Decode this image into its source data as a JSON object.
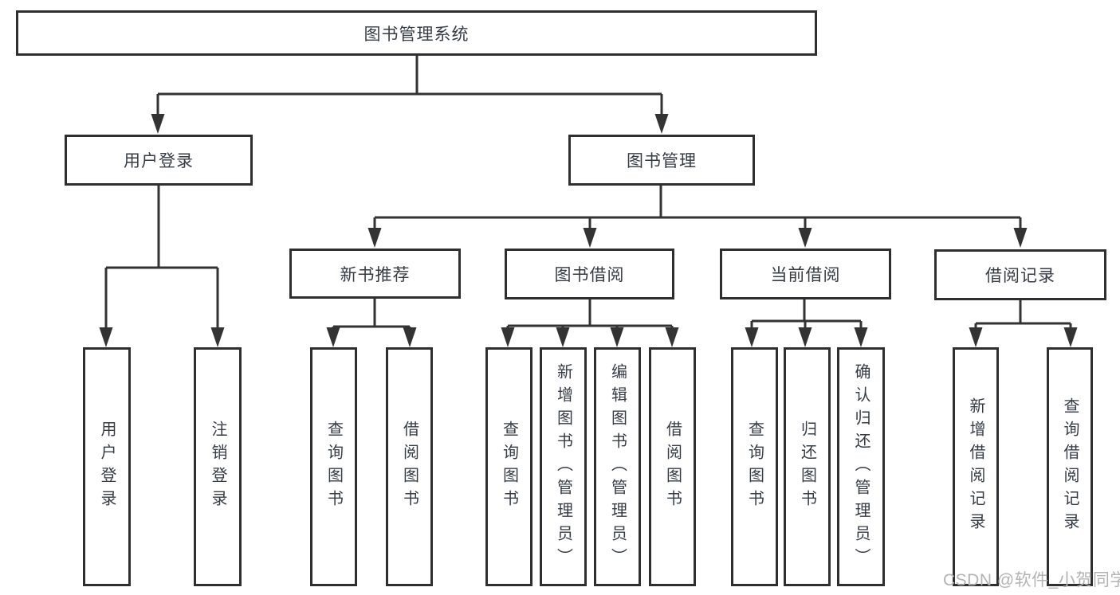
{
  "nodes": {
    "root": {
      "label": "图书管理系统"
    },
    "user_login": {
      "label": "用户登录"
    },
    "book_management": {
      "label": "图书管理"
    },
    "new_book_recommend": {
      "label": "新书推荐"
    },
    "book_borrow": {
      "label": "图书借阅"
    },
    "current_borrow": {
      "label": "当前借阅"
    },
    "borrow_records": {
      "label": "借阅记录"
    },
    "user_login_leaf": {
      "label": "用户登录"
    },
    "logout_leaf": {
      "label": "注销登录"
    },
    "nbr_query_books": {
      "label": "查询图书"
    },
    "nbr_borrow_books": {
      "label": "借阅图书"
    },
    "bb_query_books": {
      "label": "查询图书"
    },
    "bb_add_books_admin": {
      "label": "新增图书（管理员）"
    },
    "bb_edit_books_admin": {
      "label": "编辑图书（管理员）"
    },
    "bb_borrow_books": {
      "label": "借阅图书"
    },
    "cb_query_books": {
      "label": "查询图书"
    },
    "cb_return_books": {
      "label": "归还图书"
    },
    "cb_confirm_return_admin": {
      "label": "确认归还（管理员）"
    },
    "br_add_record": {
      "label": "新增借阅记录"
    },
    "br_query_record": {
      "label": "查询借阅记录"
    }
  },
  "hierarchy": {
    "图书管理系统": {
      "用户登录": [
        "用户登录",
        "注销登录"
      ],
      "图书管理": {
        "新书推荐": [
          "查询图书",
          "借阅图书"
        ],
        "图书借阅": [
          "查询图书",
          "新增图书（管理员）",
          "编辑图书（管理员）",
          "借阅图书"
        ],
        "当前借阅": [
          "查询图书",
          "归还图书",
          "确认归还（管理员）"
        ],
        "借阅记录": [
          "新增借阅记录",
          "查询借阅记录"
        ]
      }
    }
  },
  "watermark": {
    "text": "CSDN @软件_小贺同学"
  },
  "colors": {
    "line": "#333333",
    "box_border": "#2f2f2f",
    "text": "#363c46",
    "watermark": "#b3b3b3",
    "background": "#ffffff"
  }
}
